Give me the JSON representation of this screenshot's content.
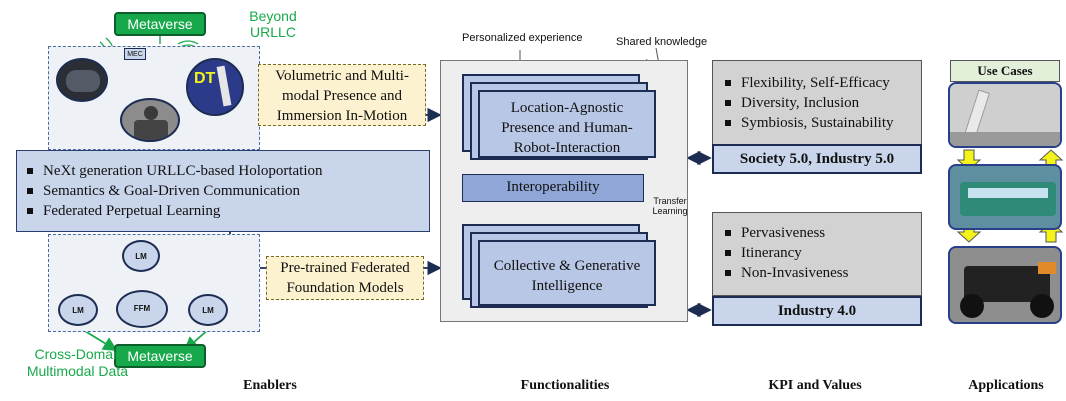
{
  "enablers": {
    "metaverse_top": "Metaverse",
    "metaverse_bottom": "Metaverse",
    "beyond_urllc": [
      "Beyond",
      "URLLC"
    ],
    "mec": "MEC",
    "dt": "DT",
    "volumetric": "Volumetric and Multi-modal Presence and Immersion In-Motion",
    "main_list": [
      "NeXt generation URLLC-based Holoportation",
      "Semantics & Goal-Driven Communication",
      "Federated Perpetual Learning"
    ],
    "pretrained": "Pre-trained Federated Foundation Models",
    "lm": "LM",
    "ffm": "FFM",
    "cross_domain": [
      "Cross-Domain",
      "Multimodal Data"
    ]
  },
  "functionalities": {
    "personalized": "Personalized experience",
    "shared": "Shared knowledge",
    "transfer": [
      "Transfer",
      "Learning"
    ],
    "location": "Location-Agnostic Presence and Human-Robot-Interaction",
    "interoperability": "Interoperability",
    "collective": "Collective & Generative Intelligence"
  },
  "kpi": {
    "top_list": [
      "Flexibility, Self-Efficacy",
      "Diversity, Inclusion",
      "Symbiosis, Sustainability"
    ],
    "top_label": "Society 5.0, Industry 5.0",
    "bottom_list": [
      "Pervasiveness",
      "Itinerancy",
      "Non-Invasiveness"
    ],
    "bottom_label": "Industry 4.0"
  },
  "applications": {
    "use_cases": "Use Cases"
  },
  "columns": {
    "enablers": "Enablers",
    "functionalities": "Functionalities",
    "kpi": "KPI and Values",
    "applications": "Applications"
  },
  "colors": {
    "green": "#17a84b",
    "blue_box": "#c9d5ea",
    "yellow_box": "#fdf2cf",
    "grey_box": "#d2d2d2",
    "arrow_yellow": "#f4f41a"
  }
}
